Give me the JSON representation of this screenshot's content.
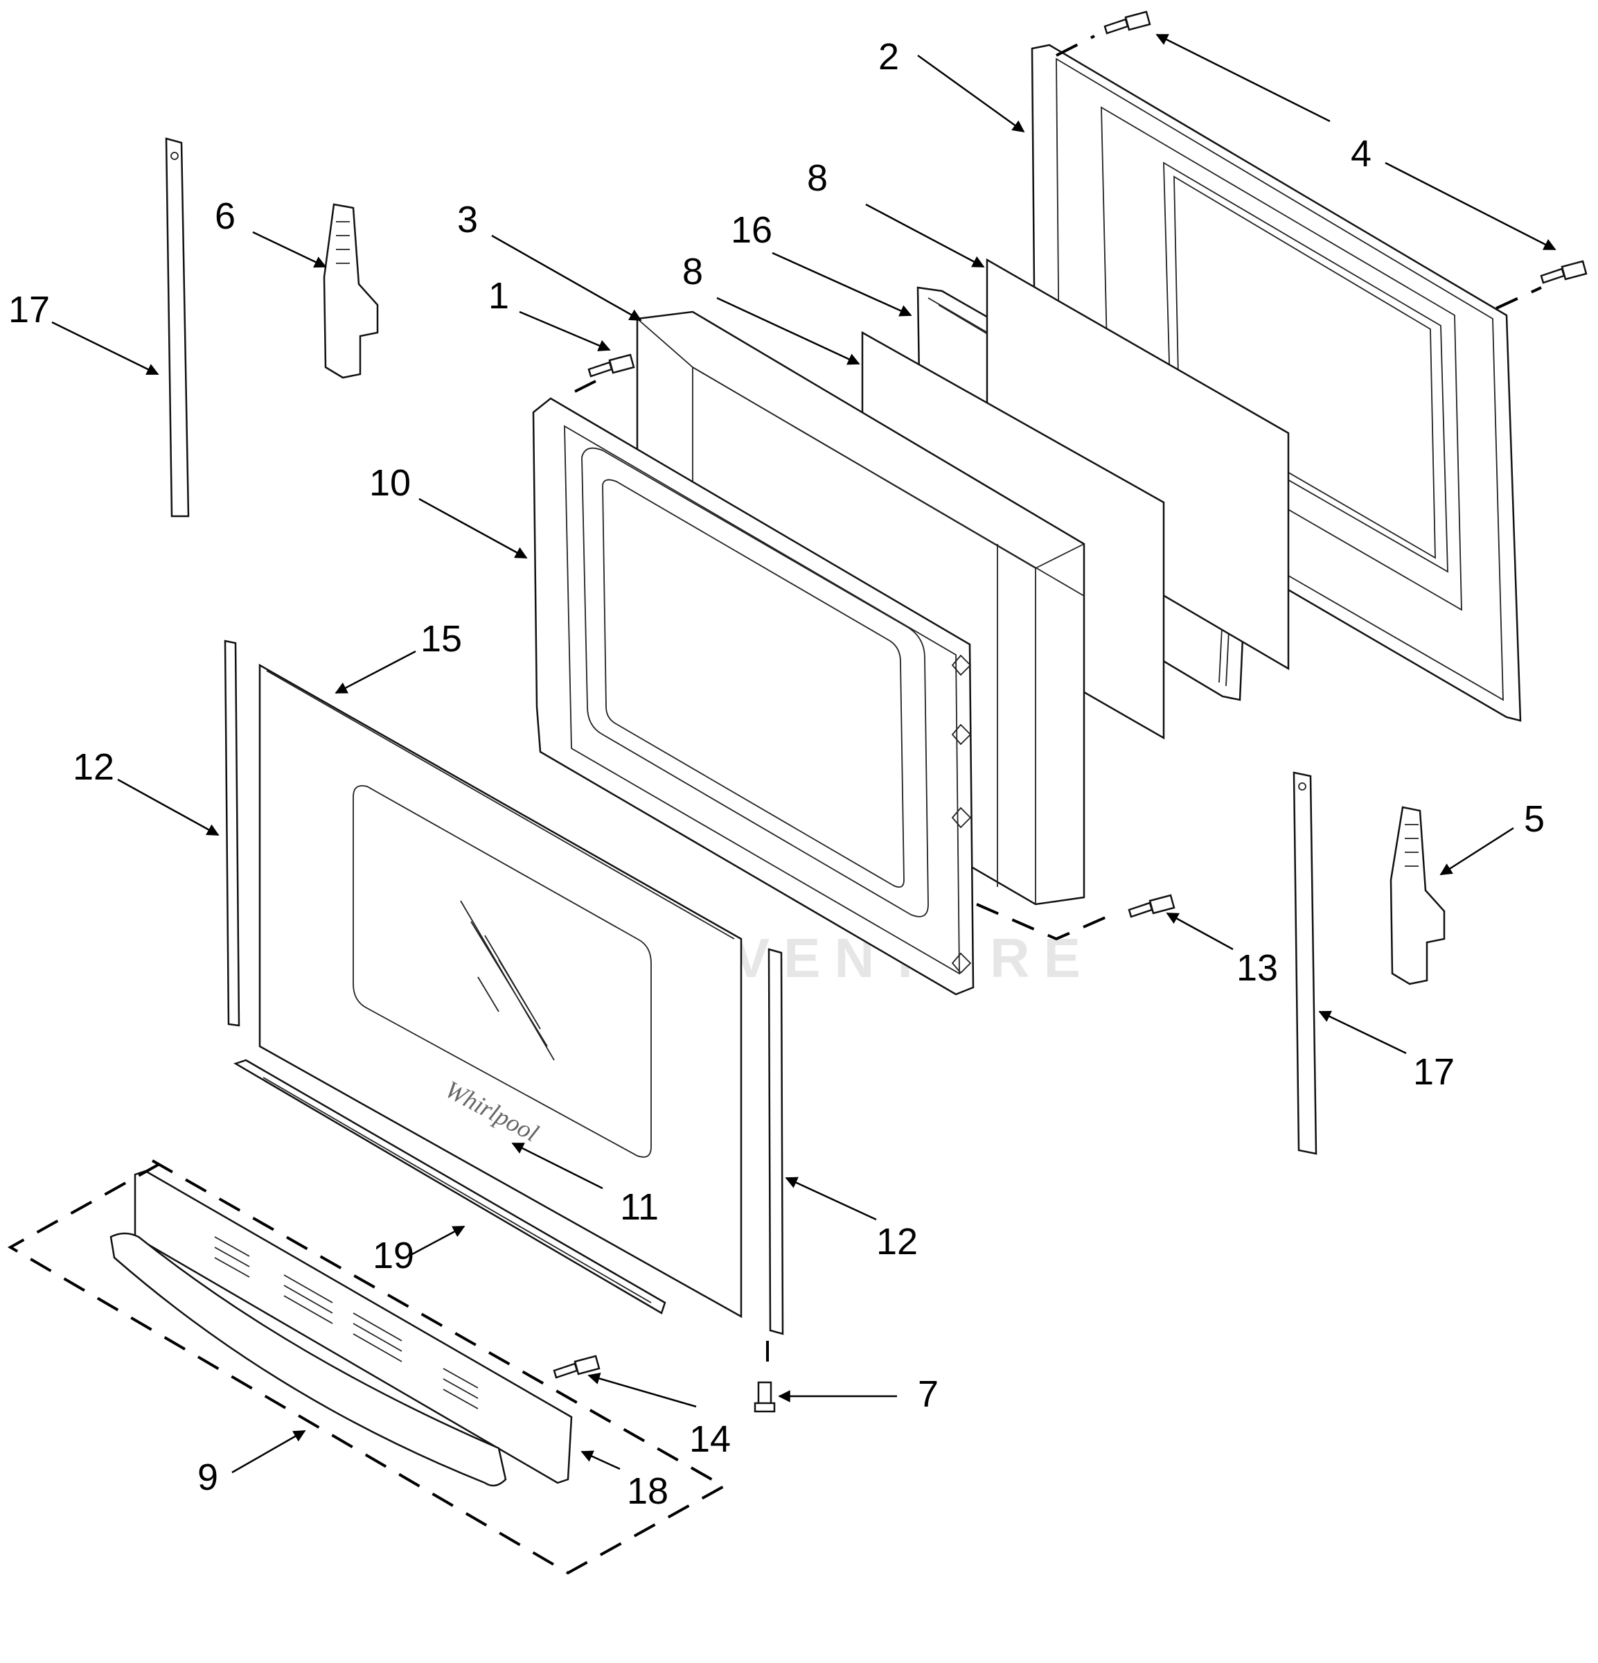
{
  "watermark": {
    "text": "LEADVENTURE"
  },
  "logo": {
    "text": "Whirlpool"
  },
  "callouts": {
    "c1": "1",
    "c2": "2",
    "c3": "3",
    "c4": "4",
    "c5": "5",
    "c6": "6",
    "c7": "7",
    "c8a": "8",
    "c8b": "8",
    "c9": "9",
    "c10": "10",
    "c11": "11",
    "c12a": "12",
    "c12b": "12",
    "c13": "13",
    "c14": "14",
    "c15": "15",
    "c16": "16",
    "c17a": "17",
    "c17b": "17",
    "c18": "18",
    "c19": "19"
  }
}
